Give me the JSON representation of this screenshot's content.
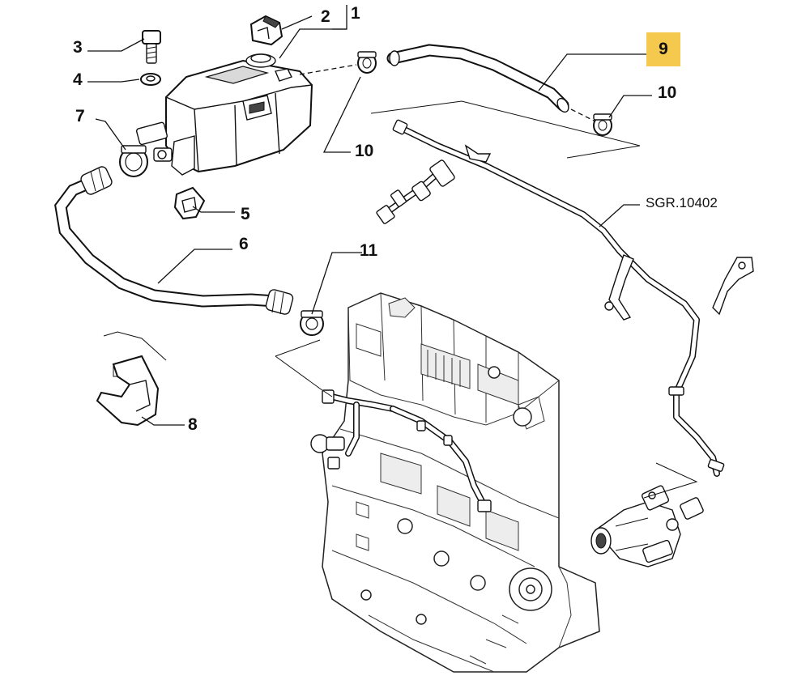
{
  "diagram": {
    "highlight_color": "#f5c94e",
    "callouts": [
      {
        "id": "c1",
        "label": "1"
      },
      {
        "id": "c2",
        "label": "2"
      },
      {
        "id": "c3",
        "label": "3"
      },
      {
        "id": "c4",
        "label": "4"
      },
      {
        "id": "c5",
        "label": "5"
      },
      {
        "id": "c6",
        "label": "6"
      },
      {
        "id": "c7",
        "label": "7"
      },
      {
        "id": "c8",
        "label": "8"
      },
      {
        "id": "c9",
        "label": "9"
      },
      {
        "id": "c10a",
        "label": "10"
      },
      {
        "id": "c10b",
        "label": "10"
      },
      {
        "id": "c11",
        "label": "11"
      }
    ],
    "reference": "SGR.10402"
  }
}
